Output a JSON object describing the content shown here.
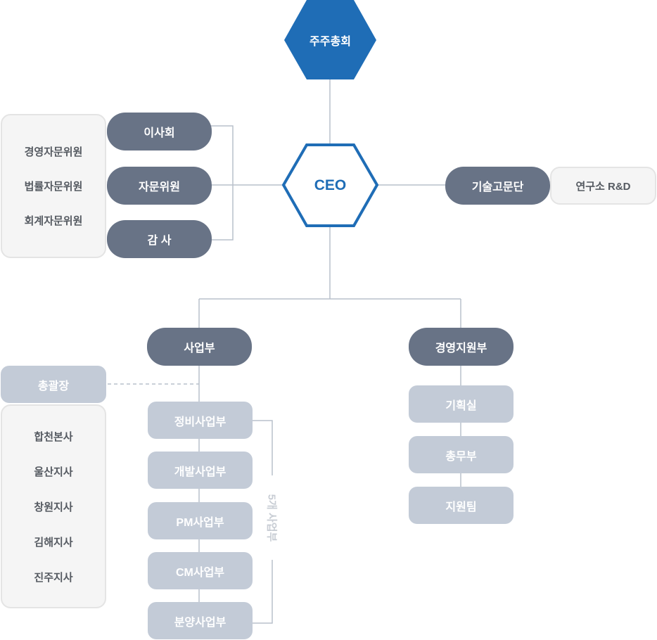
{
  "top": {
    "shareholders": "주주총회",
    "ceo": "CEO"
  },
  "left_pills": [
    "이사회",
    "자문위원",
    "감 사"
  ],
  "advisory_box": [
    "경영자문위원",
    "법률자문위원",
    "회계자문위원"
  ],
  "right": {
    "tech_advisory": "기술고문단",
    "lab": "연구소 R&D"
  },
  "business": {
    "head": "사업부",
    "general_manager": "총괄장",
    "branches": [
      "합천본사",
      "울산지사",
      "창원지사",
      "김해지사",
      "진주지사"
    ],
    "divisions": [
      "정비사업부",
      "개발사업부",
      "PM사업부",
      "CM사업부",
      "분양사업부"
    ],
    "bracket_label": "5개 사업부"
  },
  "management": {
    "head": "경영지원부",
    "teams": [
      "기획실",
      "총무부",
      "지원팀"
    ]
  },
  "colors": {
    "primary_blue": "#1f6db6",
    "dark_pill": "#687386",
    "light_box": "#c3cbd7",
    "line": "#b9c0cb"
  }
}
